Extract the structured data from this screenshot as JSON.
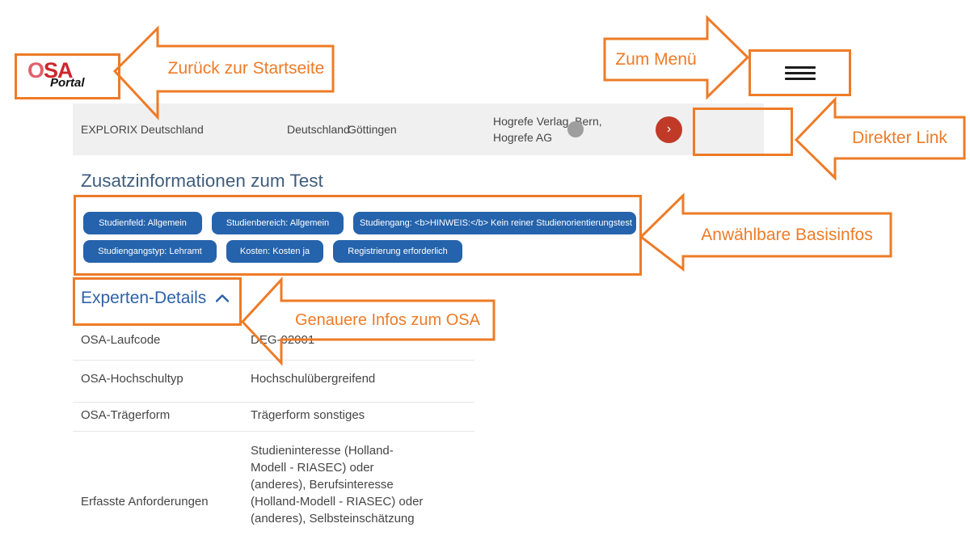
{
  "logo": {
    "osa": "OSA",
    "portal": "Portal"
  },
  "annotations": {
    "back": "Zurück zur Startseite",
    "menu": "Zum Menü",
    "direct_link": "Direkter Link",
    "basis_infos": "Anwählbare Basisinfos",
    "details": "Genauere Infos zum OSA"
  },
  "result_row": {
    "name": "EXPLORIX Deutschland",
    "country": "Deutschland",
    "city": "Göttingen",
    "publisher": "Hogrefe Verlag, Bern, Hogrefe AG",
    "chevron": "›"
  },
  "sections": {
    "zusatz_title": "Zusatzinformationen zum Test",
    "expert_title": "Experten-Details"
  },
  "badges": {
    "row1": [
      "Studienfeld: Allgemein",
      "Studienbereich: Allgemein",
      "Studiengang: <b>HINWEIS:</b> Kein reiner Studienorientierungstest"
    ],
    "row2": [
      "Studiengangstyp: Lehramt",
      "Kosten: Kosten ja",
      "Registrierung erforderlich"
    ]
  },
  "expert_table": {
    "rows": [
      {
        "label": "OSA-Laufcode",
        "value": "DEG-02001"
      },
      {
        "label": "OSA-Hochschultyp",
        "value": "Hochschulübergreifend"
      },
      {
        "label": "OSA-Trägerform",
        "value": "Trägerform sonstiges"
      },
      {
        "label": "Erfasste Anforderungen",
        "value": "Studieninteresse (Holland-Modell - RIASEC) oder (anderes), Berufsinteresse (Holland-Modell - RIASEC) oder (anderes), Selbsteinschätzung"
      }
    ]
  },
  "colors": {
    "annotation_orange": "#ee7b27",
    "badge_blue": "#2563ac",
    "heading_slate": "#3f5d7e",
    "expert_blue": "#2d62a8",
    "action_red": "#c13a28",
    "dot_gray": "#9e9e9e",
    "row_bg": "#f0f0f0"
  }
}
